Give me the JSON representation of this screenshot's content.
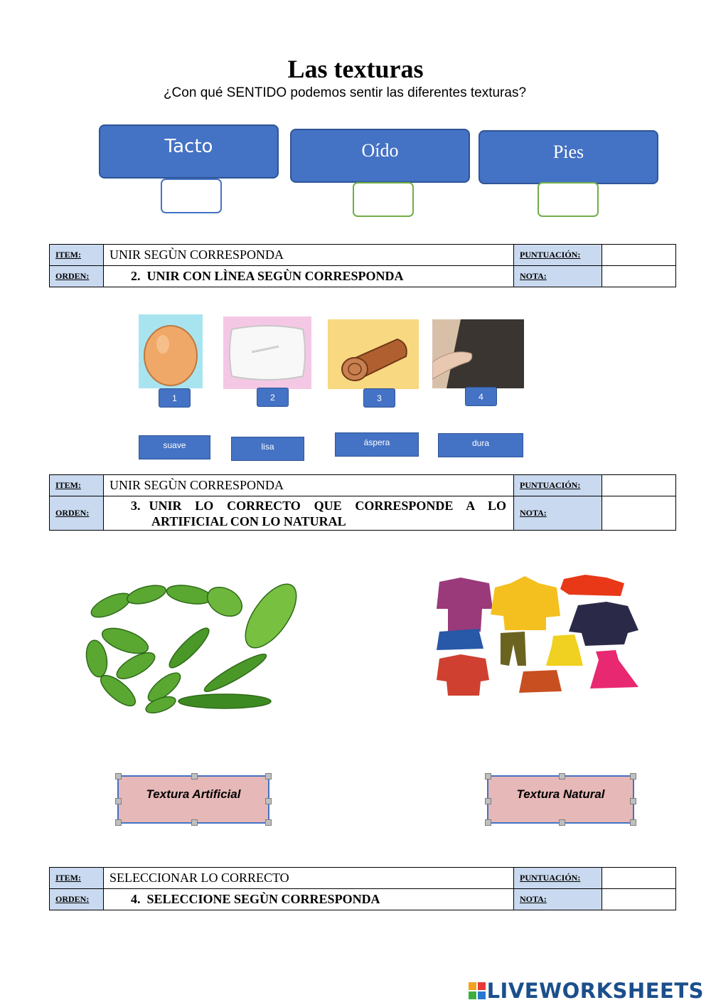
{
  "title": "Las texturas",
  "subtitle": "¿Con qué SENTIDO podemos sentir las diferentes texturas?",
  "senses": [
    {
      "label": "Tacto"
    },
    {
      "label": "Oído"
    },
    {
      "label": "Pies"
    }
  ],
  "tables": [
    {
      "item_label": "ITEM:",
      "item_value": "UNIR SEGÙN CORRESPONDA",
      "score_label": "PUNTUACIÓN:",
      "order_label": "ORDEN:",
      "order_number": "2.",
      "order_value": "UNIR CON LÌNEA SEGÙN CORRESPONDA",
      "note_label": "NOTA:"
    },
    {
      "item_label": "ITEM:",
      "item_value": "UNIR SEGÙN CORRESPONDA",
      "score_label": "PUNTUACIÓN:",
      "order_label": "ORDEN:",
      "order_number": "3.",
      "order_line1": "UNIR LO CORRECTO QUE CORRESPONDE A LO",
      "order_line2": "ARTIFICIAL CON LO NATURAL",
      "note_label": "NOTA:"
    },
    {
      "item_label": "ITEM:",
      "item_value": "SELECCIONAR LO CORRECTO",
      "score_label": "PUNTUACIÓN:",
      "order_label": "ORDEN:",
      "order_number": "4.",
      "order_value": "SELECCIONE SEGÙN CORRESPONDA",
      "note_label": "NOTA:"
    }
  ],
  "numbers": [
    "1",
    "2",
    "3",
    "4"
  ],
  "textures": [
    "suave",
    "lisa",
    "áspera",
    "dura"
  ],
  "texture_boxes": [
    "Textura Artificial",
    "Textura Natural"
  ],
  "logo": "LIVEWORKSHEETS",
  "colors": {
    "button_blue": "#4472c4",
    "header_cell": "#c9d9ef",
    "pink_box": "#e6b8b7"
  }
}
